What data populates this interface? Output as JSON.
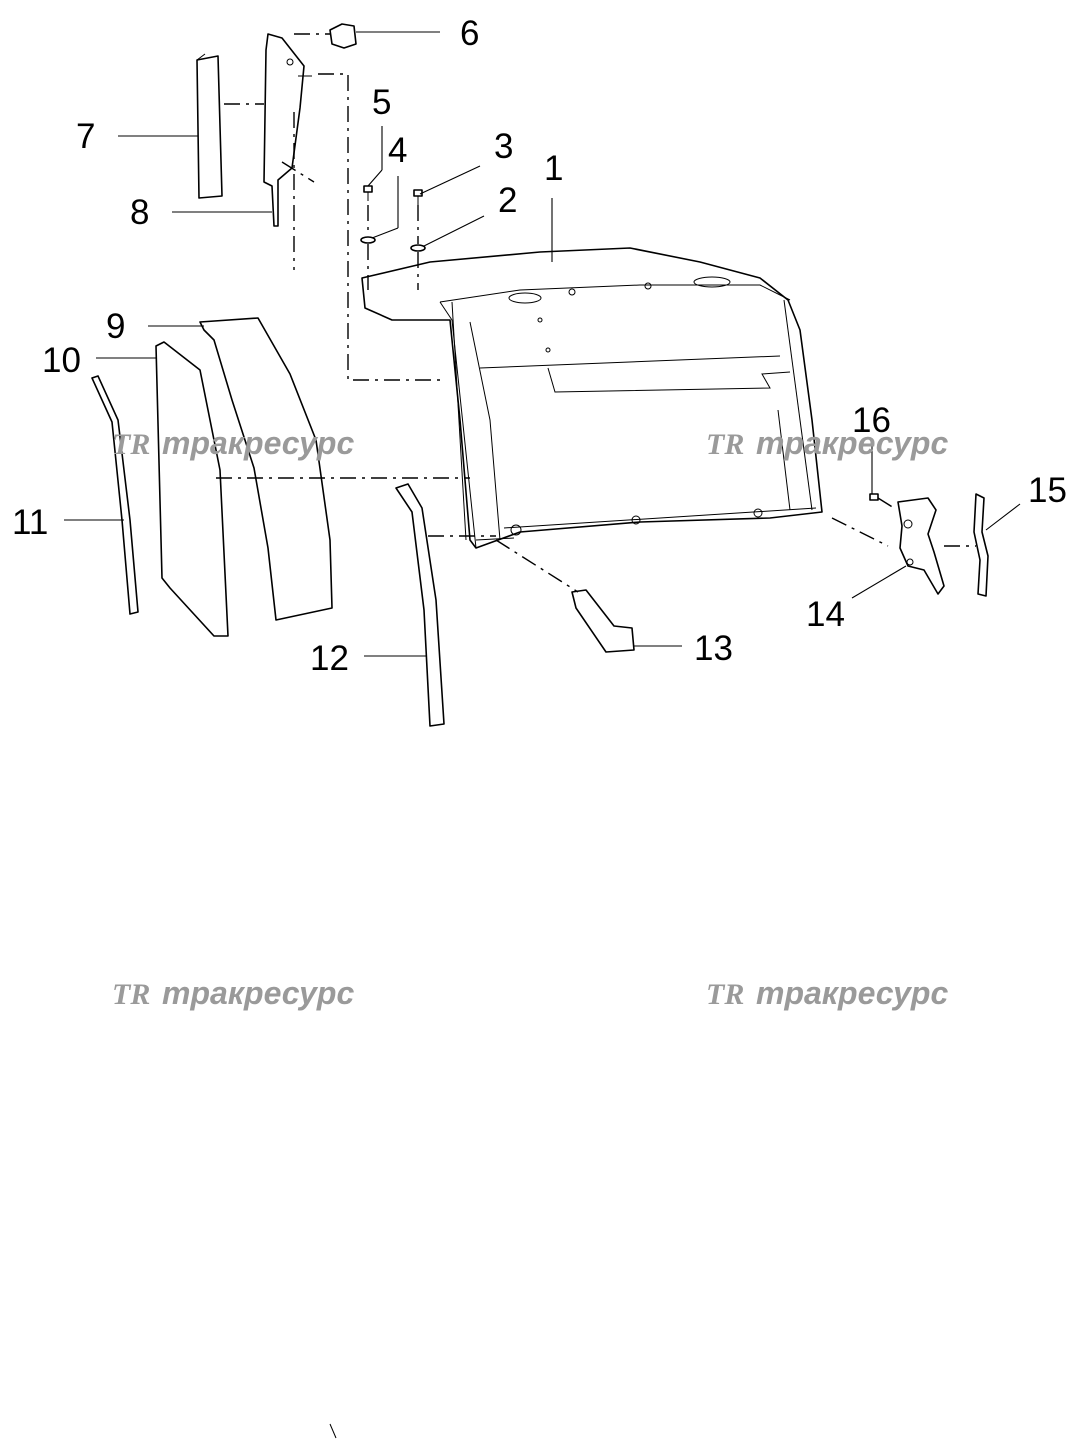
{
  "watermark": {
    "logo": "TR",
    "text": "тракресурс",
    "color": "#9a9a9a"
  },
  "callouts": {
    "c1": "1",
    "c2": "2",
    "c3": "3",
    "c4": "4",
    "c5": "5",
    "c6": "6",
    "c7": "7",
    "c8": "8",
    "c9": "9",
    "c10": "10",
    "c11": "11",
    "c12": "12",
    "c13": "13",
    "c14": "14",
    "c15": "15",
    "c16": "16"
  }
}
